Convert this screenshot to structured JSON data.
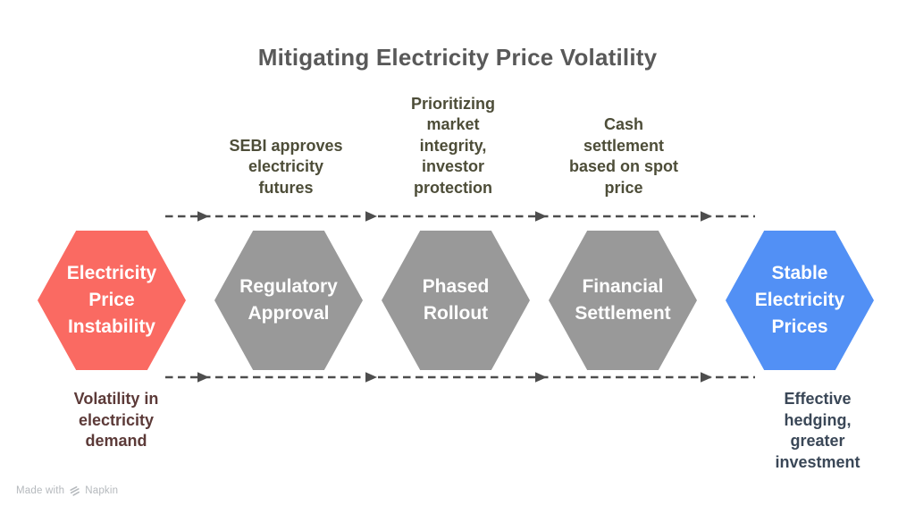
{
  "title": "Mitigating Electricity Price Volatility",
  "colors": {
    "problem_hexagon": "#FA6A62",
    "step_hexagon": "#999999",
    "outcome_hexagon": "#5290F5",
    "hexagon_text": "#FFFFFF",
    "title_text": "#595959",
    "top_label_text": "#4D4D38",
    "bottom_left_label_text": "#5C3A38",
    "bottom_right_label_text": "#3A4757",
    "connector": "#4D4D4D",
    "watermark_text": "#B5B9BD"
  },
  "hexagons": [
    {
      "role": "problem",
      "label": "Electricity\nPrice\nInstability",
      "color": "#FA6A62"
    },
    {
      "role": "step",
      "label": "Regulatory\nApproval",
      "color": "#999999"
    },
    {
      "role": "step",
      "label": "Phased\nRollout",
      "color": "#999999"
    },
    {
      "role": "step",
      "label": "Financial\nSettlement",
      "color": "#999999"
    },
    {
      "role": "outcome",
      "label": "Stable\nElectricity\nPrices",
      "color": "#5290F5"
    }
  ],
  "top_labels": [
    {
      "text": "SEBI approves\nelectricity\nfutures"
    },
    {
      "text": "Prioritizing\nmarket\nintegrity,\ninvestor\nprotection"
    },
    {
      "text": "Cash\nsettlement\nbased on spot\nprice"
    }
  ],
  "bottom_labels": [
    {
      "text": "Volatility in\nelectricity\ndemand"
    },
    {
      "text": "Effective\nhedging,\ngreater\ninvestment"
    }
  ],
  "watermark": {
    "text": "Made with",
    "brand": "Napkin"
  }
}
